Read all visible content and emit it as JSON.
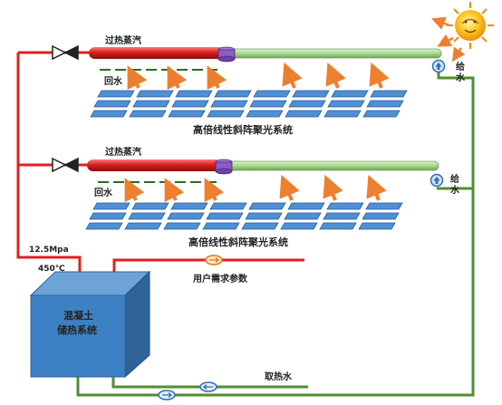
{
  "labels": {
    "superheated_steam": "过热蒸汽",
    "return_water": "回水",
    "feed_water": "给水",
    "feed_char_1": "给",
    "feed_char_2": "水",
    "array_title": "高倍线性斜阵聚光系统",
    "pressure": "12.5Mpa",
    "temperature": "450℃",
    "storage_line1": "混凝土",
    "storage_line2": "储热系统",
    "user_demand": "用户需求参数",
    "heat_extraction_water": "取热水"
  },
  "colors": {
    "steam_pipe": "#e02020",
    "steam_collector": "#cc1f1f",
    "water_collector": "#a9d68d",
    "water_pipe": "#4f8f2f",
    "arrow": "#ee7f2e",
    "panel": "#4f8fd4",
    "storage_front": "#3d80c3",
    "storage_top": "#6ea3d8",
    "storage_side": "#2e639a",
    "sun": "#f7c21c"
  },
  "icons": [
    "sun-icon",
    "check-valve-icon",
    "pump-icon",
    "flow-meter-icon",
    "header-drum-icon"
  ]
}
